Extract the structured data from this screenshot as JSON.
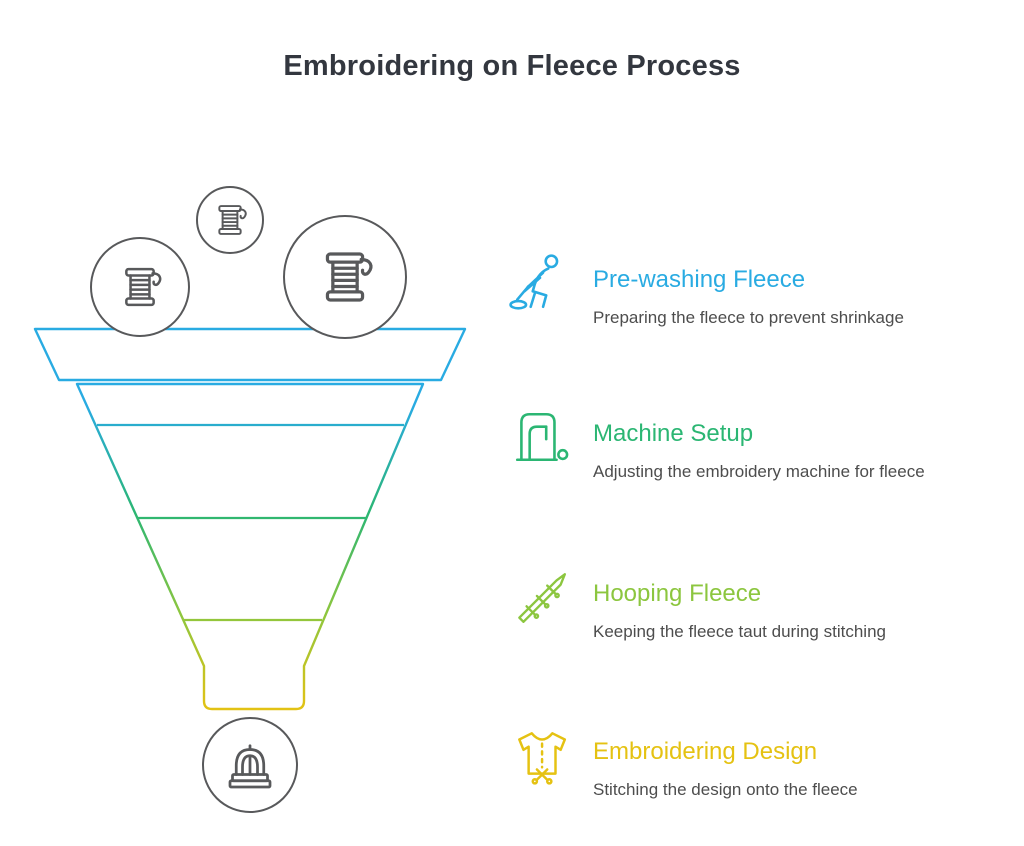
{
  "title": "Embroidering on Fleece Process",
  "colors": {
    "step1_blue": "#29abe2",
    "step2_green": "#2bb673",
    "step3_lime": "#8cc63f",
    "step4_yellow": "#e5c212",
    "outline_gray": "#58595b",
    "description_gray": "#4d4d4d",
    "title_dark": "#33373f"
  },
  "funnel": {
    "segment_count": 4,
    "top_icons": [
      {
        "name": "thread-spool-icon"
      },
      {
        "name": "thread-spool-icon"
      },
      {
        "name": "thread-spool-icon"
      }
    ],
    "bottom_icon": {
      "name": "embroidered-piece-icon"
    }
  },
  "steps": [
    {
      "title": "Pre-washing Fleece",
      "description": "Preparing the fleece to prevent shrinkage",
      "color": "#29abe2",
      "icon": "person-washing-icon"
    },
    {
      "title": "Machine Setup",
      "description": "Adjusting the embroidery machine for fleece",
      "color": "#2bb673",
      "icon": "sewing-machine-icon"
    },
    {
      "title": "Hooping Fleece",
      "description": "Keeping the fleece taut during stitching",
      "color": "#8cc63f",
      "icon": "hooping-needle-icon"
    },
    {
      "title": "Embroidering Design",
      "description": "Stitching the design onto the fleece",
      "color": "#e5c212",
      "icon": "shirt-scissors-icon"
    }
  ]
}
